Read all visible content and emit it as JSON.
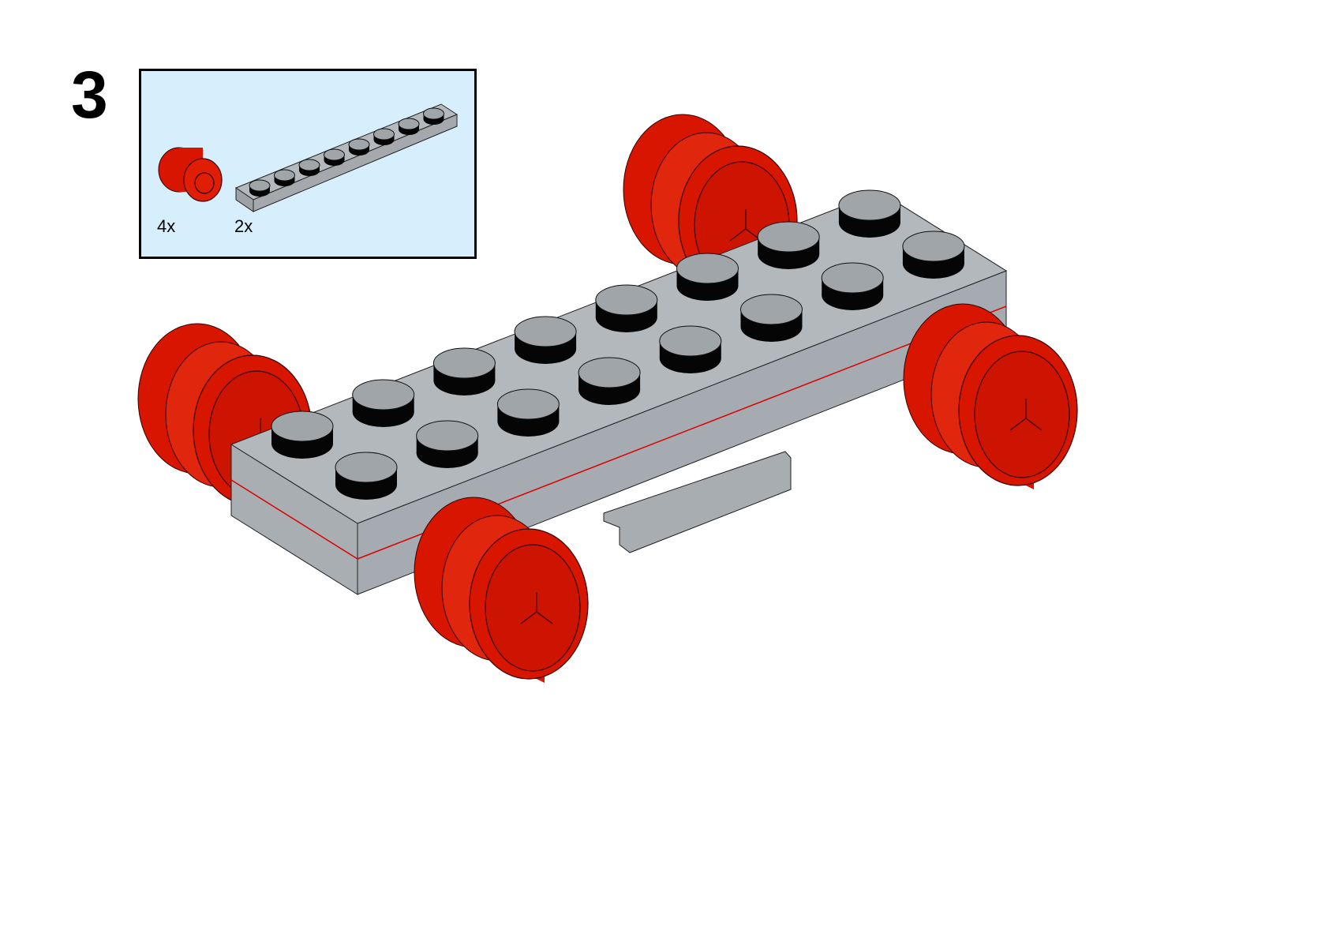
{
  "step": {
    "number": "3"
  },
  "parts_list": {
    "items": [
      {
        "name": "red-wheel",
        "quantity": "4x",
        "color": "#d81600"
      },
      {
        "name": "gray-plate-1x8",
        "quantity": "2x",
        "color": "#a5a9ad"
      }
    ]
  },
  "colors": {
    "stud_top": "#a0a5a9",
    "stud_side": "#050505",
    "brick": "#a5abb0",
    "wheel": "#d81600",
    "parts_bg": "#d7eefd"
  }
}
